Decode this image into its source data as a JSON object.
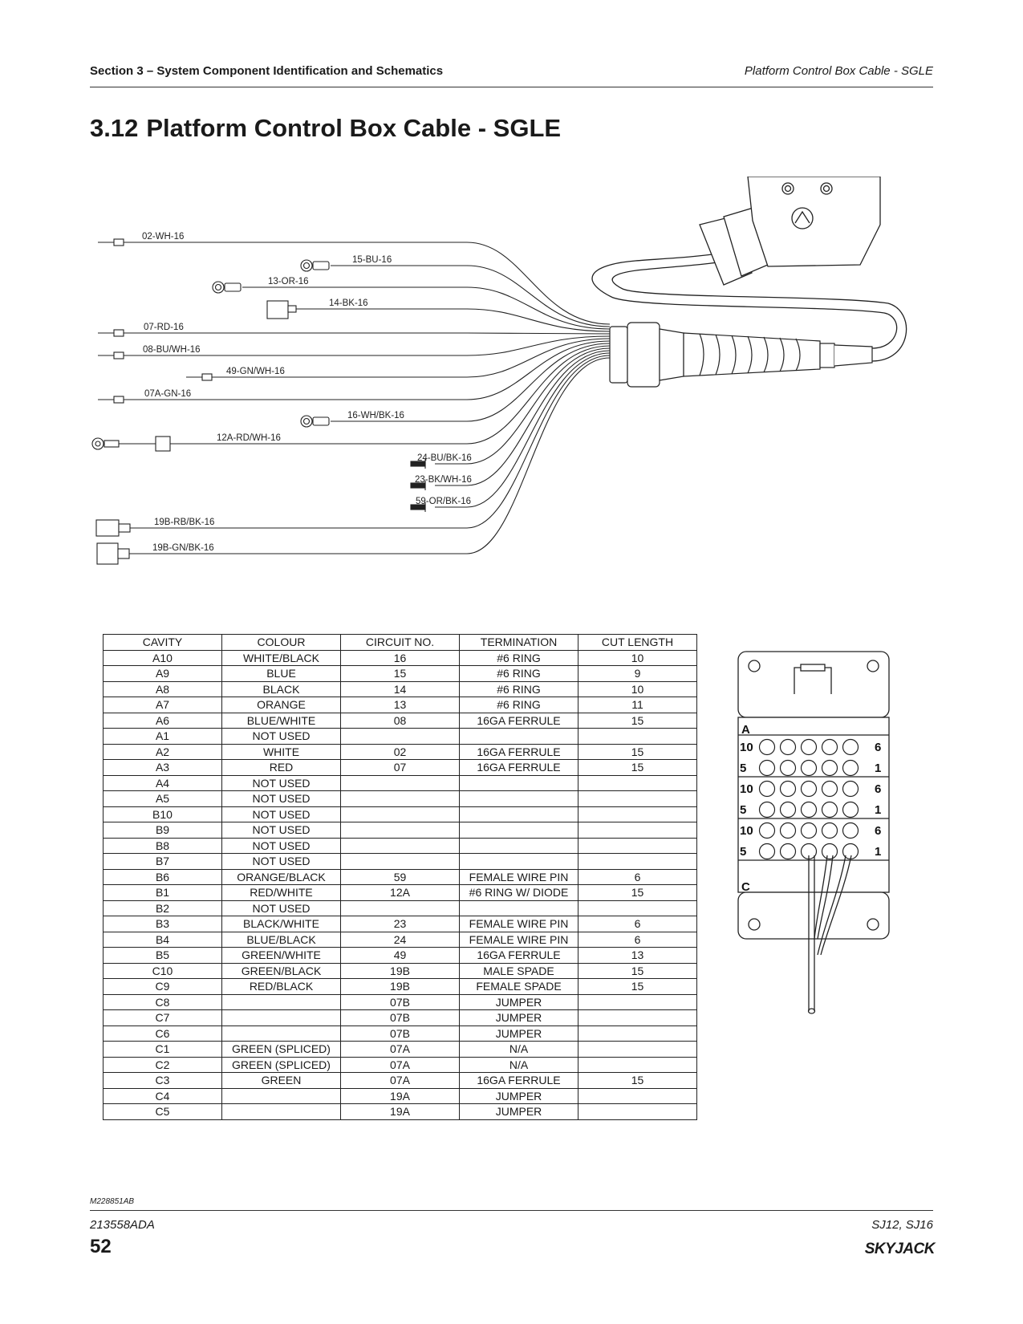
{
  "header": {
    "section": "Section 3 – System Component Identification and Schematics",
    "subject": "Platform Control Box Cable - SGLE"
  },
  "page_title": {
    "number": "3.12",
    "text": "Platform Control Box Cable - SGLE"
  },
  "harness": {
    "wires": [
      {
        "label": "02-WH-16",
        "termination": "ferrule"
      },
      {
        "label": "15-BU-16",
        "termination": "ring"
      },
      {
        "label": "13-OR-16",
        "termination": "ring"
      },
      {
        "label": "14-BK-16",
        "termination": "spade"
      },
      {
        "label": "07-RD-16",
        "termination": "ferrule"
      },
      {
        "label": "08-BU/WH-16",
        "termination": "ferrule"
      },
      {
        "label": "49-GN/WH-16",
        "termination": "ferrule"
      },
      {
        "label": "07A-GN-16",
        "termination": "ferrule"
      },
      {
        "label": "16-WH/BK-16",
        "termination": "ring"
      },
      {
        "label": "12A-RD/WH-16",
        "termination": "ring-diode"
      },
      {
        "label": "24-BU/BK-16",
        "termination": "pin"
      },
      {
        "label": "23-BK/WH-16",
        "termination": "pin"
      },
      {
        "label": "59-OR/BK-16",
        "termination": "pin"
      },
      {
        "label": "19B-RB/BK-16",
        "termination": "male-spade"
      },
      {
        "label": "19B-GN/BK-16",
        "termination": "female-spade"
      }
    ]
  },
  "table": {
    "columns": [
      "CAVITY",
      "COLOUR",
      "CIRCUIT NO.",
      "TERMINATION",
      "CUT LENGTH"
    ],
    "rows": [
      [
        "A10",
        "WHITE/BLACK",
        "16",
        "#6 RING",
        "10"
      ],
      [
        "A9",
        "BLUE",
        "15",
        "#6 RING",
        "9"
      ],
      [
        "A8",
        "BLACK",
        "14",
        "#6 RING",
        "10"
      ],
      [
        "A7",
        "ORANGE",
        "13",
        "#6 RING",
        "11"
      ],
      [
        "A6",
        "BLUE/WHITE",
        "08",
        "16GA FERRULE",
        "15"
      ],
      [
        "A1",
        "NOT USED",
        "",
        "",
        ""
      ],
      [
        "A2",
        "WHITE",
        "02",
        "16GA FERRULE",
        "15"
      ],
      [
        "A3",
        "RED",
        "07",
        "16GA FERRULE",
        "15"
      ],
      [
        "A4",
        "NOT USED",
        "",
        "",
        ""
      ],
      [
        "A5",
        "NOT USED",
        "",
        "",
        ""
      ],
      [
        "B10",
        "NOT USED",
        "",
        "",
        ""
      ],
      [
        "B9",
        "NOT USED",
        "",
        "",
        ""
      ],
      [
        "B8",
        "NOT USED",
        "",
        "",
        ""
      ],
      [
        "B7",
        "NOT USED",
        "",
        "",
        ""
      ],
      [
        "B6",
        "ORANGE/BLACK",
        "59",
        "FEMALE WIRE PIN",
        "6"
      ],
      [
        "B1",
        "RED/WHITE",
        "12A",
        "#6 RING W/ DIODE",
        "15"
      ],
      [
        "B2",
        "NOT USED",
        "",
        "",
        ""
      ],
      [
        "B3",
        "BLACK/WHITE",
        "23",
        "FEMALE WIRE PIN",
        "6"
      ],
      [
        "B4",
        "BLUE/BLACK",
        "24",
        "FEMALE WIRE PIN",
        "6"
      ],
      [
        "B5",
        "GREEN/WHITE",
        "49",
        "16GA FERRULE",
        "13"
      ],
      [
        "C10",
        "GREEN/BLACK",
        "19B",
        "MALE SPADE",
        "15"
      ],
      [
        "C9",
        "RED/BLACK",
        "19B",
        "FEMALE SPADE",
        "15"
      ],
      [
        "C8",
        "",
        "07B",
        "JUMPER",
        ""
      ],
      [
        "C7",
        "",
        "07B",
        "JUMPER",
        ""
      ],
      [
        "C6",
        "",
        "07B",
        "JUMPER",
        ""
      ],
      [
        "C1",
        "GREEN (SPLICED)",
        "07A",
        "N/A",
        ""
      ],
      [
        "C2",
        "GREEN (SPLICED)",
        "07A",
        "N/A",
        ""
      ],
      [
        "C3",
        "GREEN",
        "07A",
        "16GA FERRULE",
        "15"
      ],
      [
        "C4",
        "",
        "19A",
        "JUMPER",
        ""
      ],
      [
        "C5",
        "",
        "19A",
        "JUMPER",
        ""
      ]
    ]
  },
  "connector": {
    "block_labels": [
      "A",
      "C"
    ],
    "row_numbers": [
      {
        "left": "10",
        "right": "6"
      },
      {
        "left": "5",
        "right": "1"
      },
      {
        "left": "10",
        "right": "6"
      },
      {
        "left": "5",
        "right": "1"
      },
      {
        "left": "10",
        "right": "6"
      },
      {
        "left": "5",
        "right": "1"
      }
    ]
  },
  "footer": {
    "doc_id": "M228851AB",
    "doc_number": "213558ADA",
    "models": "SJ12, SJ16",
    "page": "52",
    "brand": "SKYJACK"
  }
}
